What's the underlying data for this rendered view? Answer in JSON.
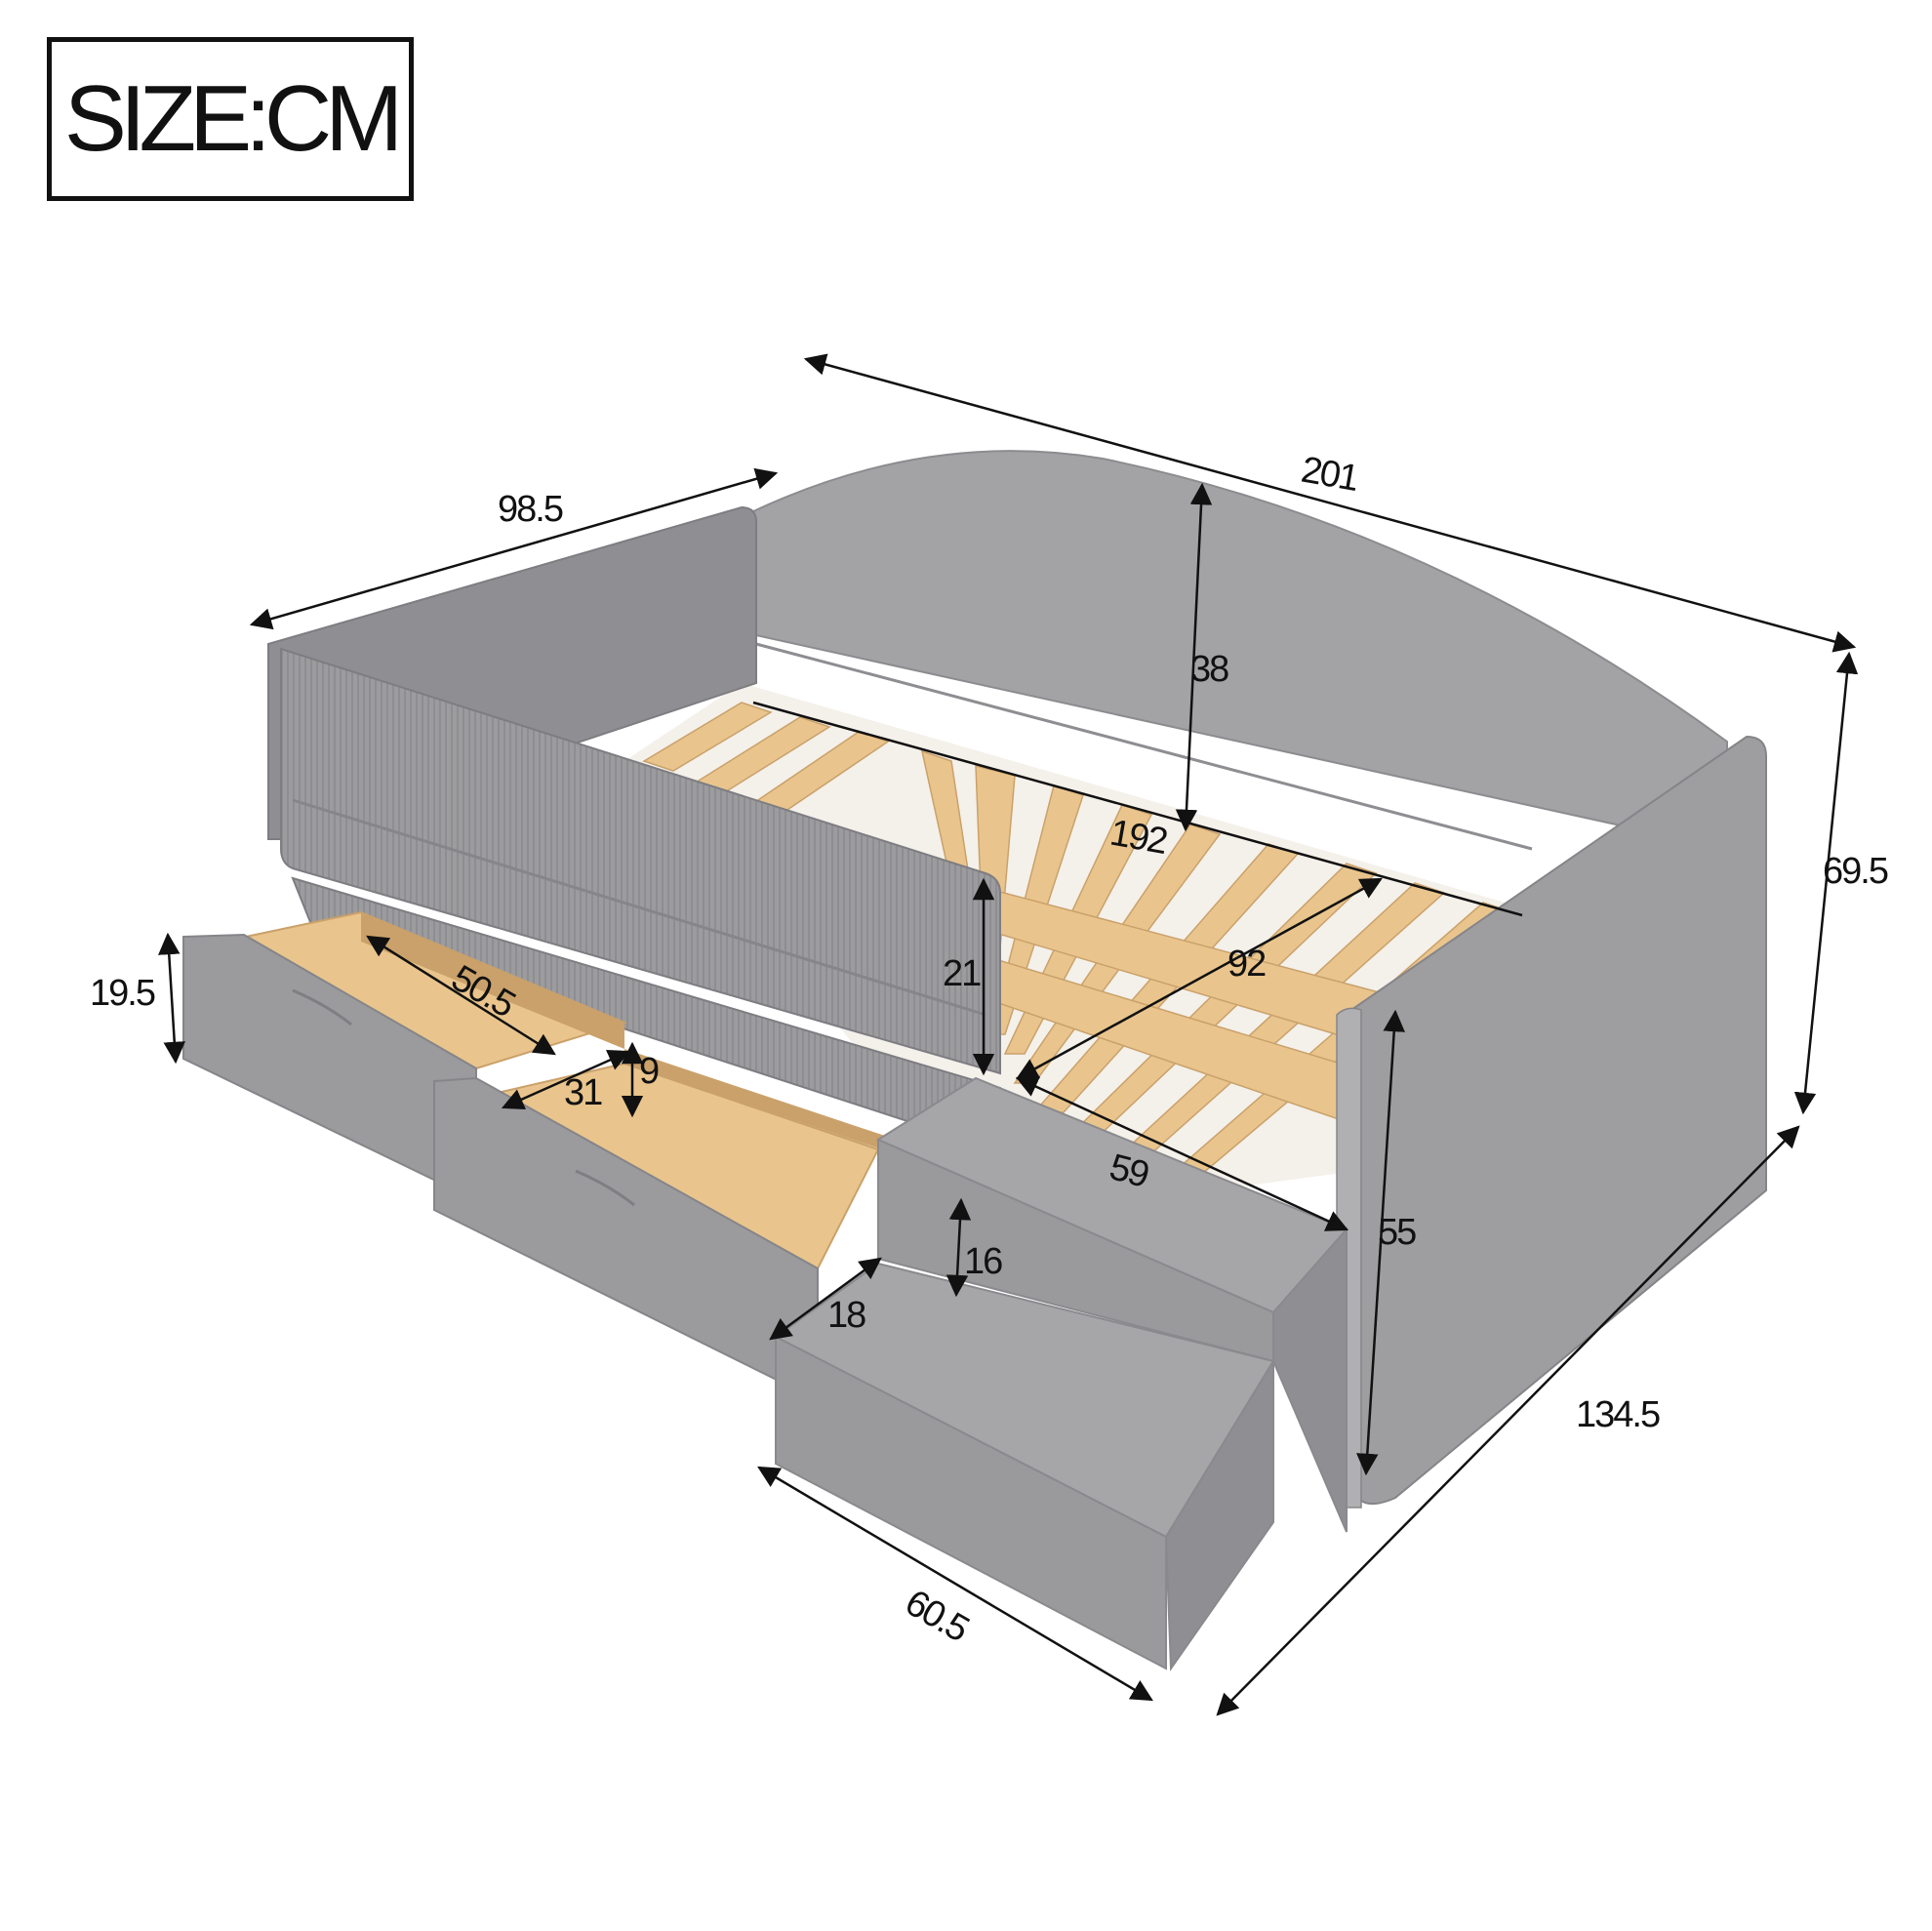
{
  "unit_label": "SIZE:CM",
  "colors": {
    "upholstery": "#9a9a9c",
    "upholstery_dark": "#85858a",
    "upholstery_light": "#b1b1b3",
    "wood": "#e9c58d",
    "wood_dark": "#caa16a",
    "line": "#111111"
  },
  "dimensions": {
    "overall_length": "201",
    "overall_depth": "98.5",
    "overall_height": "69.5",
    "total_width_with_steps": "134.5",
    "backrest_height": "38",
    "inner_length": "192",
    "inner_width": "92",
    "side_rail_height": "21",
    "armrest_height": "55",
    "drawer_height": "19.5",
    "drawer_length": "50.5",
    "drawer_width": "31",
    "drawer_depth": "9",
    "step_depth": "59",
    "step_height": "16",
    "step_tread": "18",
    "step_width": "60.5"
  }
}
